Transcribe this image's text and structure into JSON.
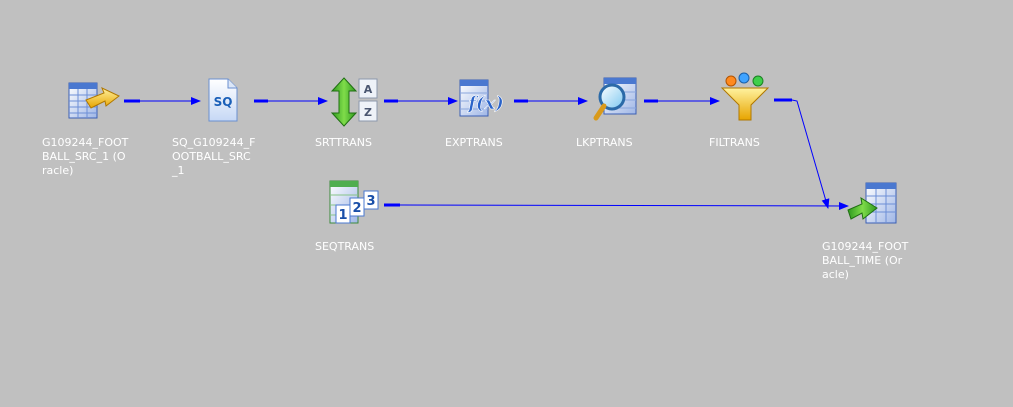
{
  "canvas": {
    "background": "#c0c0c0",
    "link_color": "#0000ff",
    "label_color": "#ffffff"
  },
  "nodes": [
    {
      "id": "source",
      "icon": "source-table-icon",
      "label": "G109244_FOOT\nBALL_SRC_1 (O\nracle)"
    },
    {
      "id": "sq",
      "icon": "source-qualifier-icon",
      "icon_text": "SQ",
      "label": "SQ_G109244_F\nOOTBALL_SRC\n_1"
    },
    {
      "id": "srt",
      "icon": "sorter-icon",
      "icon_text_top": "A",
      "icon_text_bottom": "Z",
      "label": "SRTTRANS"
    },
    {
      "id": "exp",
      "icon": "expression-icon",
      "icon_text": "f(x)",
      "label": "EXPTRANS"
    },
    {
      "id": "lkp",
      "icon": "lookup-icon",
      "label": "LKPTRANS"
    },
    {
      "id": "fil",
      "icon": "filter-icon",
      "label": "FILTRANS"
    },
    {
      "id": "seq",
      "icon": "sequence-generator-icon",
      "icon_text": [
        "1",
        "2",
        "3"
      ],
      "label": "SEQTRANS"
    },
    {
      "id": "target",
      "icon": "target-table-icon",
      "label": "G109244_FOOT\nBALL_TIME (Or\nacle)"
    }
  ],
  "links": [
    {
      "from": "source",
      "to": "sq"
    },
    {
      "from": "sq",
      "to": "srt"
    },
    {
      "from": "srt",
      "to": "exp"
    },
    {
      "from": "exp",
      "to": "lkp"
    },
    {
      "from": "lkp",
      "to": "fil"
    },
    {
      "from": "fil",
      "to": "target"
    },
    {
      "from": "seq",
      "to": "target"
    }
  ]
}
